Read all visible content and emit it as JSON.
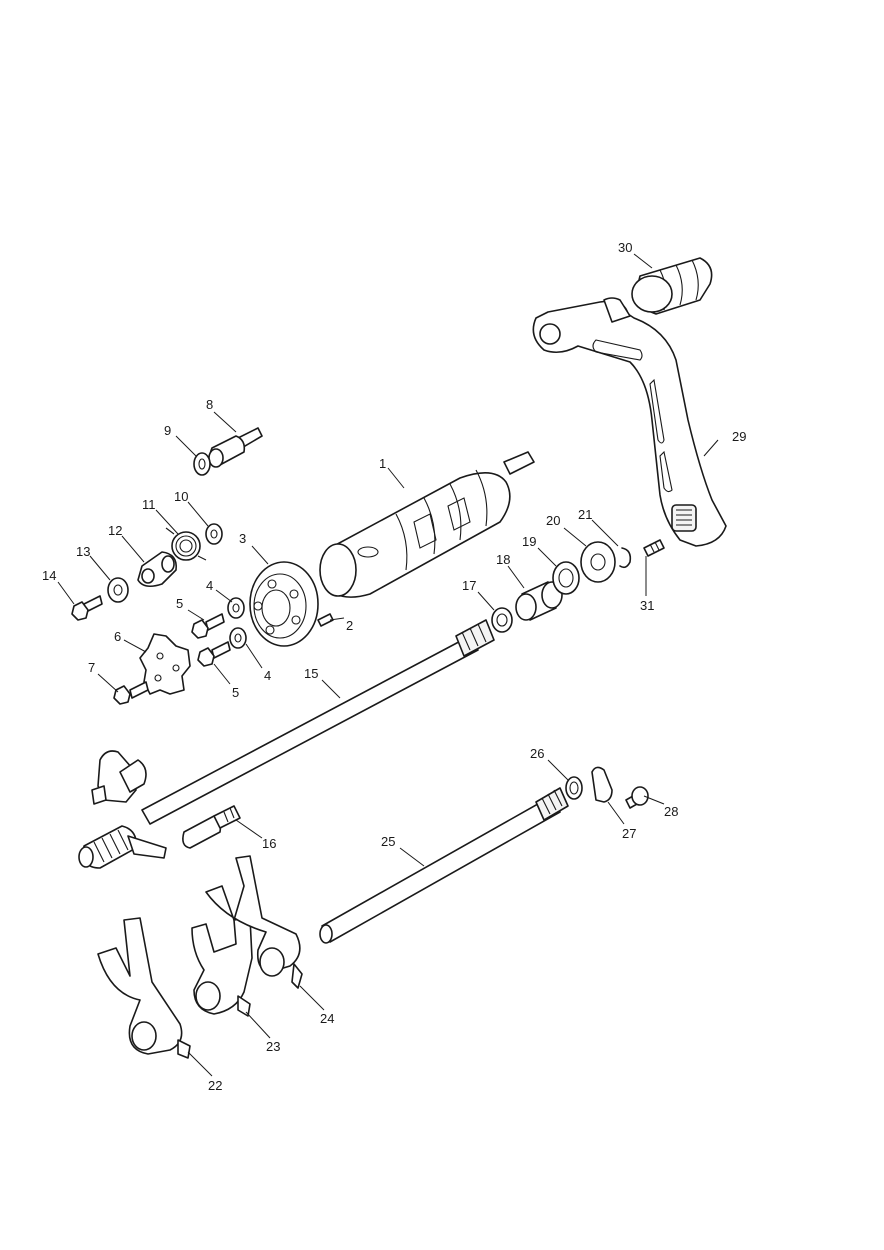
{
  "callouts": [
    {
      "n": "1"
    },
    {
      "n": "2"
    },
    {
      "n": "3"
    },
    {
      "n": "4"
    },
    {
      "n": "4"
    },
    {
      "n": "5"
    },
    {
      "n": "5"
    },
    {
      "n": "6"
    },
    {
      "n": "7"
    },
    {
      "n": "8"
    },
    {
      "n": "9"
    },
    {
      "n": "10"
    },
    {
      "n": "11"
    },
    {
      "n": "12"
    },
    {
      "n": "13"
    },
    {
      "n": "14"
    },
    {
      "n": "15"
    },
    {
      "n": "16"
    },
    {
      "n": "17"
    },
    {
      "n": "18"
    },
    {
      "n": "19"
    },
    {
      "n": "20"
    },
    {
      "n": "21"
    },
    {
      "n": "22"
    },
    {
      "n": "23"
    },
    {
      "n": "24"
    },
    {
      "n": "25"
    },
    {
      "n": "26"
    },
    {
      "n": "27"
    },
    {
      "n": "28"
    },
    {
      "n": "29"
    },
    {
      "n": "30"
    },
    {
      "n": "31"
    }
  ],
  "colors": {
    "line": "#1a1a1a",
    "fill": "#ffffff",
    "background": "#ffffff"
  }
}
